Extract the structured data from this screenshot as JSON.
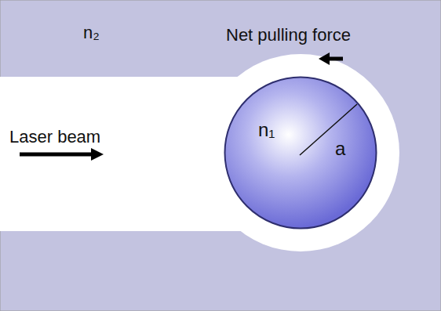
{
  "diagram": {
    "nodes": [
      {
        "text": [
          "n₁",
          "a"
        ]
      }
    ],
    "labels": [
      "n₂",
      "Net pulling force",
      "Laser beam"
    ]
  }
}
